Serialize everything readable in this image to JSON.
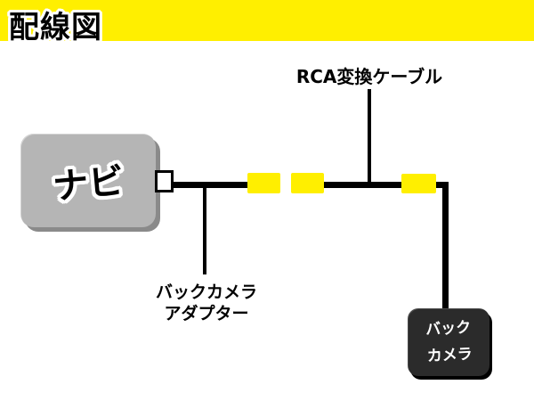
{
  "page": {
    "background_color": "#ffffff"
  },
  "banner": {
    "title": "配線図",
    "bg_color": "#ffef00",
    "text_color": "#000000",
    "outline_color": "#ffffff"
  },
  "diagram": {
    "navi_box": {
      "label": "ナビ",
      "fill_color": "#b5b5b5",
      "shadow_color": "#8a8a8a",
      "text_color": "#000000",
      "outline_color": "#ffffff"
    },
    "navi_port": {
      "fill_color": "#ffffff",
      "border_color": "#000000"
    },
    "cable": {
      "color": "#000000"
    },
    "connectors": {
      "color": "#ffef00",
      "count": 3
    },
    "labels": {
      "rca_cable": "RCA変換ケーブル",
      "adapter_line1": "バックカメラ",
      "adapter_line2": "アダプター"
    },
    "camera_box": {
      "label_line1": "バック",
      "label_line2": "カメラ",
      "fill_color": "#2b2b2b",
      "text_color": "#ffffff"
    }
  }
}
